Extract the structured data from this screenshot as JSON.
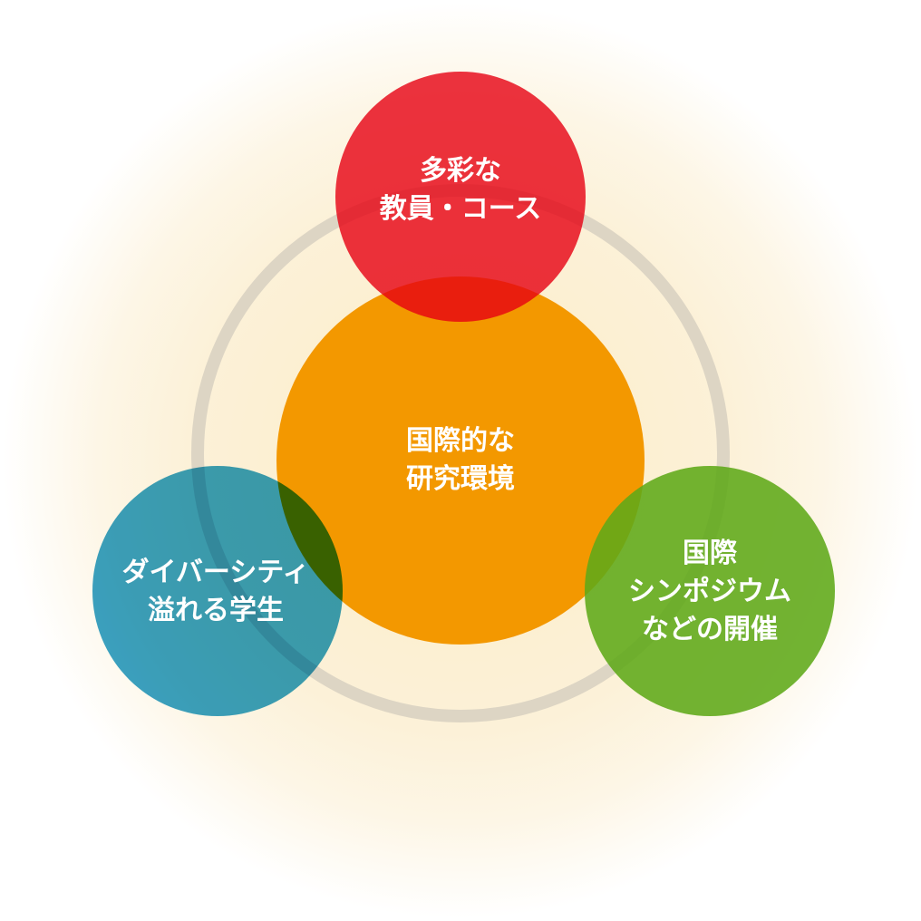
{
  "colors": {
    "ring": "#ddd5c4",
    "center": "#f39800",
    "top": "#e60012",
    "left": "#0f8fbf",
    "right": "#5fa818"
  },
  "nodes": {
    "center": {
      "lines": [
        "国際的な",
        "研究環境"
      ]
    },
    "top": {
      "lines": [
        "多彩な",
        "教員・コース"
      ]
    },
    "left": {
      "lines": [
        "ダイバーシティ",
        "溢れる学生"
      ]
    },
    "right": {
      "lines": [
        "国際",
        "シンポジウム",
        "などの開催"
      ]
    }
  }
}
